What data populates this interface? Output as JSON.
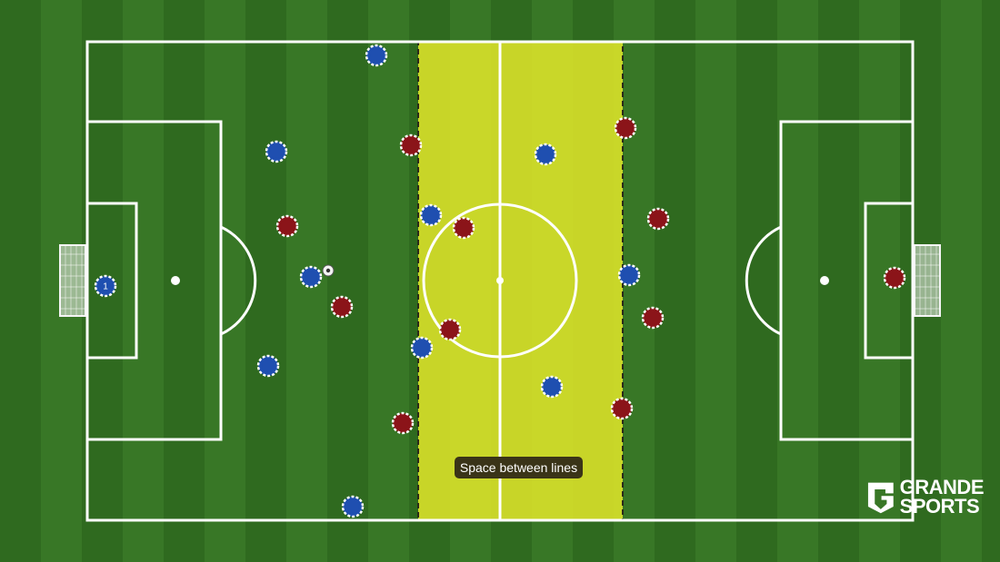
{
  "zone_label": "Space between lines",
  "brand": {
    "line1": "GRANDE",
    "line2": "SPORTS"
  },
  "colors": {
    "pitch_dark": "#2f6a1f",
    "pitch_light": "#3d7d2a",
    "zone": "#e3e82a",
    "blue_team": "#1f4fb0",
    "red_team": "#8b1419"
  },
  "players": {
    "blue": [
      {
        "label": "1"
      },
      {
        "label": ""
      },
      {
        "label": ""
      },
      {
        "label": ""
      },
      {
        "label": ""
      },
      {
        "label": ""
      },
      {
        "label": ""
      },
      {
        "label": ""
      },
      {
        "label": ""
      },
      {
        "label": ""
      },
      {
        "label": ""
      }
    ],
    "red": [
      {
        "label": ""
      },
      {
        "label": ""
      },
      {
        "label": ""
      },
      {
        "label": ""
      },
      {
        "label": ""
      },
      {
        "label": ""
      },
      {
        "label": ""
      },
      {
        "label": ""
      },
      {
        "label": ""
      },
      {
        "label": ""
      },
      {
        "label": ""
      }
    ]
  },
  "icons": {
    "ball": "soccer-ball-icon",
    "logo": "grande-sports-logo-icon"
  }
}
